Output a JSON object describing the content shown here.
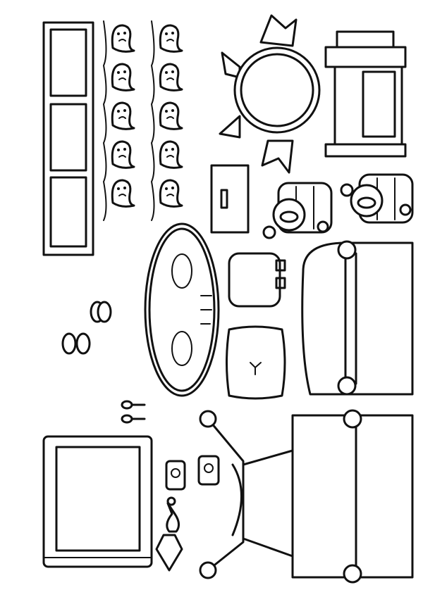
{
  "colors": {
    "stroke": "#111111",
    "background": "#ffffff"
  },
  "page": {
    "items": [
      "bookshelf",
      "ghost-garland-left",
      "ghost-garland-right",
      "round-mirror",
      "fireplace",
      "small-box",
      "baby-crib-left",
      "baby-crib-right",
      "oval-table",
      "ottoman",
      "cushion",
      "sofa",
      "bed",
      "television",
      "macarons",
      "rings",
      "brushes",
      "phone-left",
      "phone-right",
      "bottle",
      "lamp"
    ]
  }
}
